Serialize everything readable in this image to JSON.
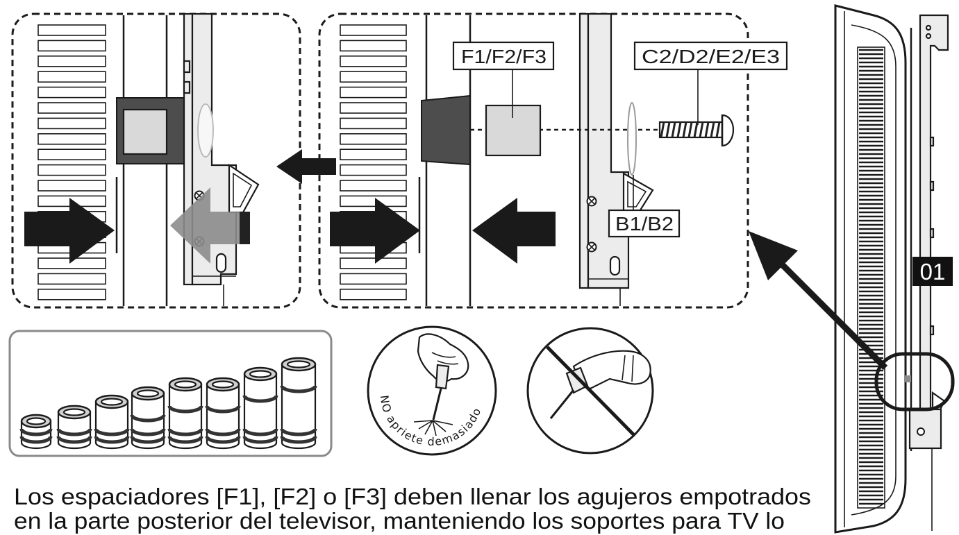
{
  "diagram": {
    "step_number": "01",
    "callouts": {
      "spacer": "F1/F2/F3",
      "screw": "C2/D2/E2/E3",
      "washer": "B1/B2"
    },
    "warning_text": "NO apriete demasiado",
    "icons": {
      "hand_screwdriver": "hand-screwdriver-icon",
      "no_power_drill": "no-power-drill-icon",
      "spacer_set": "spacer-set-icon"
    }
  },
  "caption": {
    "line1": "Los espaciadores [F1], [F2] o [F3] deben llenar los agujeros empotrados",
    "line2": "en la parte posterior del televisor, manteniendo los soportes para TV lo"
  },
  "colors": {
    "ink": "#1a1a1a",
    "spacer_dark": "#4d4d4d",
    "spacer_light": "#d9d9d9",
    "motion_arrow_grey": "#8c8c8c",
    "step_badge_bg": "#111111"
  }
}
